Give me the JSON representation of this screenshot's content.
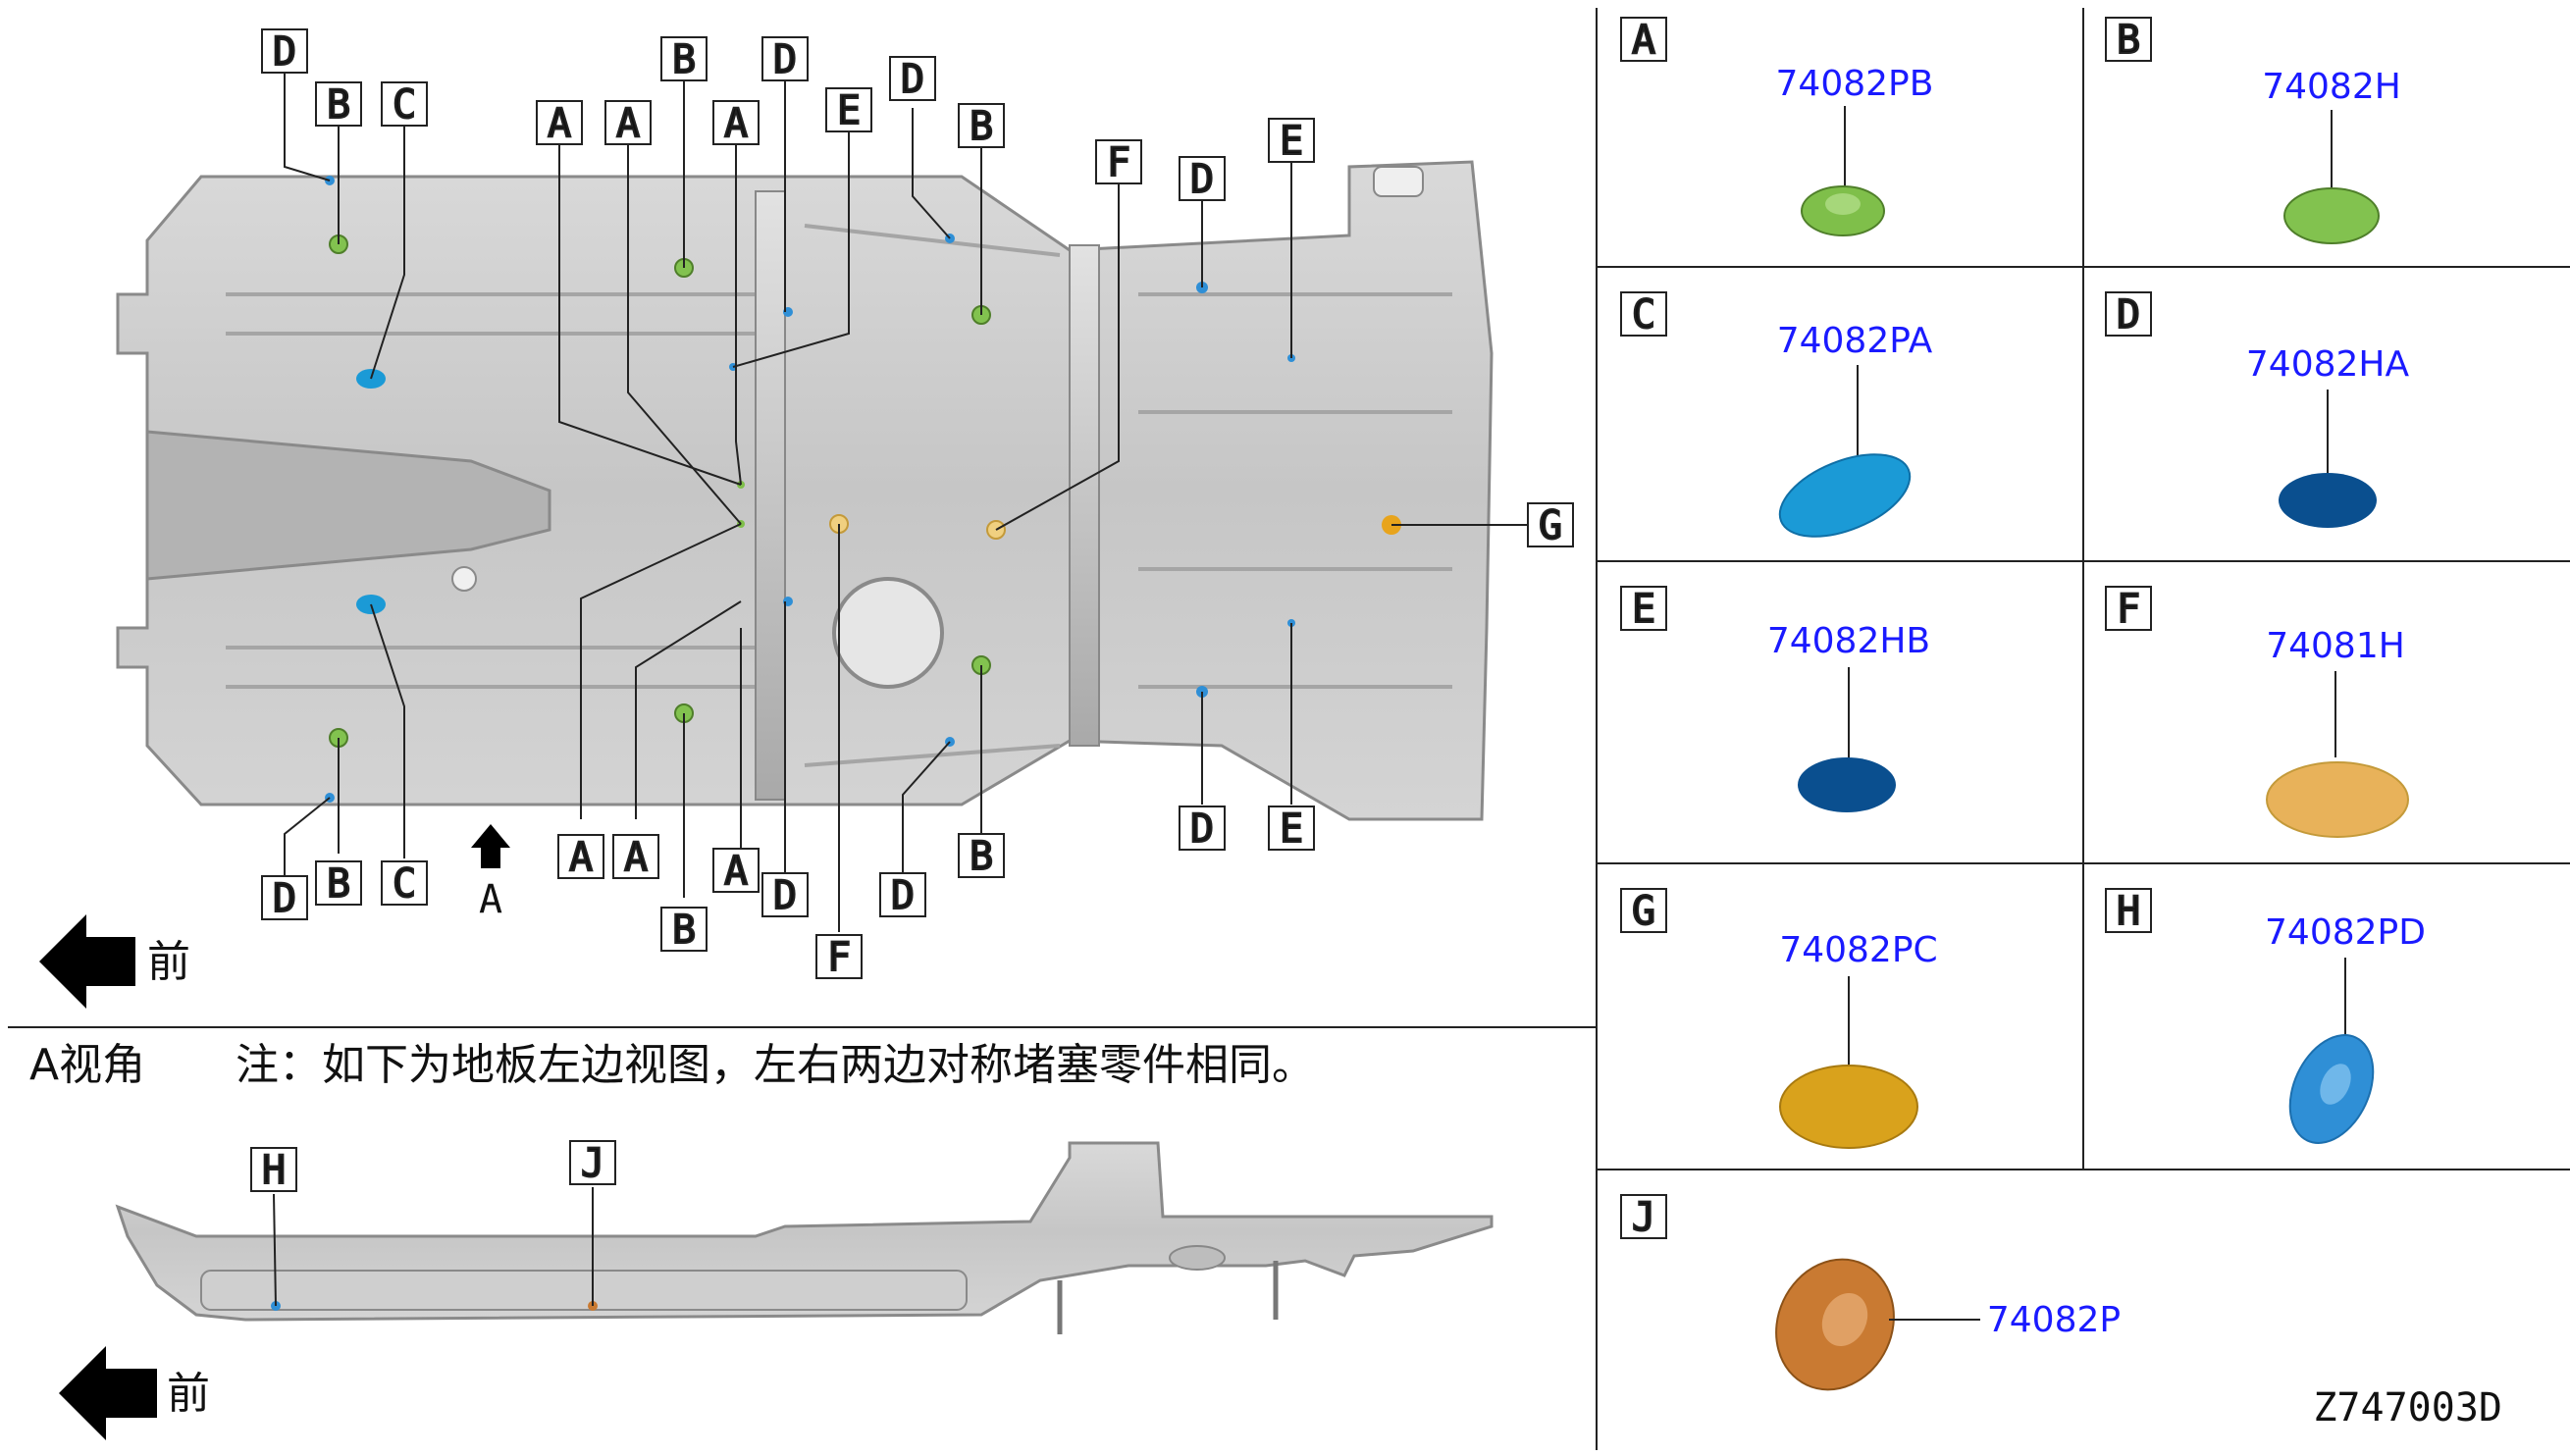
{
  "diagram": {
    "front_label": "前",
    "view_marker_label": "A",
    "view_caption": "A视角",
    "note": "注：如下为地板左边视图，左右两边对称堵塞零件相同。",
    "drawing_code": "Z747003D",
    "callout_letters": [
      "A",
      "B",
      "C",
      "D",
      "E",
      "F",
      "G",
      "H",
      "J"
    ],
    "parts": [
      {
        "letter": "A",
        "part_number": "74082PB",
        "color": "#7fbf4a"
      },
      {
        "letter": "B",
        "part_number": "74082H",
        "color": "#82c24f"
      },
      {
        "letter": "C",
        "part_number": "74082PA",
        "color": "#1b9ad6"
      },
      {
        "letter": "D",
        "part_number": "74082HA",
        "color": "#0a4f8f"
      },
      {
        "letter": "E",
        "part_number": "74082HB",
        "color": "#0a4f8f"
      },
      {
        "letter": "F",
        "part_number": "74081H",
        "color": "#e8b25a"
      },
      {
        "letter": "G",
        "part_number": "74082PC",
        "color": "#d9a21c"
      },
      {
        "letter": "H",
        "part_number": "74082PD",
        "color": "#2f8fd6"
      },
      {
        "letter": "J",
        "part_number": "74082P",
        "color": "#c97a32"
      }
    ]
  }
}
